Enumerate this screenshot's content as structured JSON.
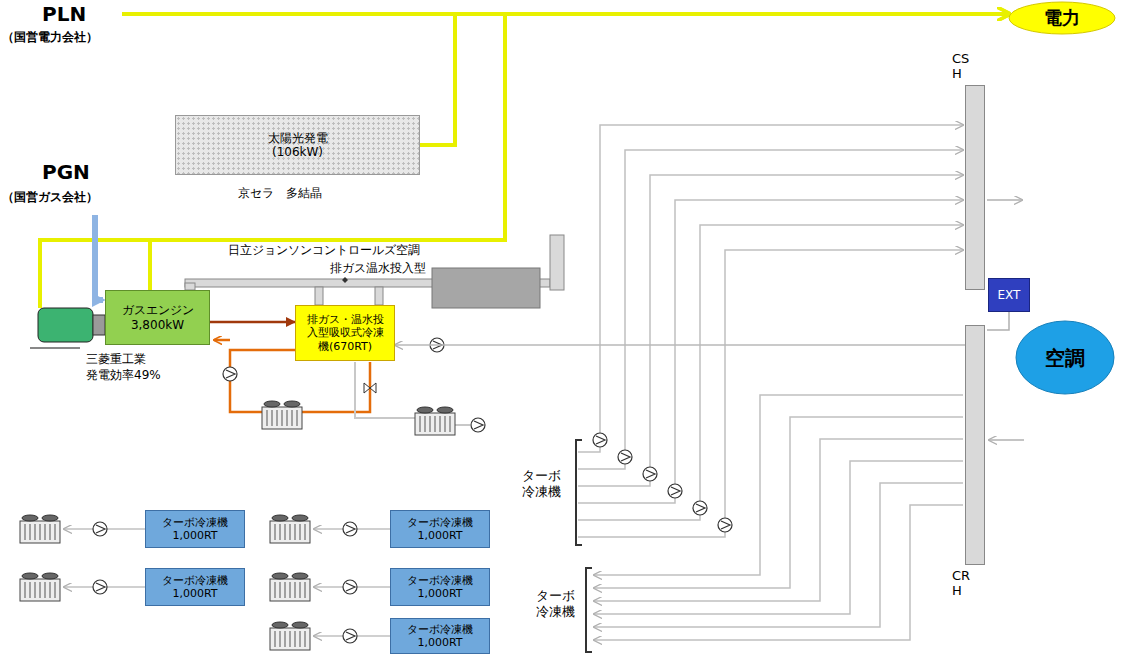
{
  "diagram": {
    "nodes": [
      {
        "text": [
          "電力"
        ]
      },
      {
        "text": [
          "太陽光発電 (106kW)"
        ]
      },
      {
        "text": [
          "ガスエンジン 3,800kW"
        ]
      },
      {
        "text": [
          "排ガス・温水投入型吸収式冷凍機(670RT)"
        ]
      },
      {
        "text": [
          "ターボ冷凍機 1,000RT"
        ]
      },
      {
        "text": [
          "ターボ冷凍機 1,000RT"
        ]
      },
      {
        "text": [
          "ターボ冷凍機 1,000RT"
        ]
      },
      {
        "text": [
          "ターボ冷凍機 1,000RT"
        ]
      },
      {
        "text": [
          "ターボ冷凍機 1,000RT"
        ]
      },
      {
        "text": [
          "CS H"
        ]
      },
      {
        "text": [
          "EXT"
        ]
      },
      {
        "text": [
          "CR H"
        ]
      },
      {
        "text": [
          "空調"
        ]
      }
    ],
    "edges": [
      {
        "from": 1,
        "to": 0,
        "arrow": "to"
      },
      {
        "from": 2,
        "to": 0,
        "arrow": "to"
      },
      {
        "from": 2,
        "to": 3,
        "arrow": "to"
      },
      {
        "from": 11,
        "to": 3,
        "arrow": "to"
      }
    ],
    "labels": [
      "PLN",
      "（国営電力会社）",
      "PGN",
      "（国営ガス会社）",
      "京セラ　多結晶",
      "日立ジョンソンコントロールズ空調",
      "排ガス温水投入型",
      "三菱重工業",
      "発電効率49%",
      "ターボ冷凍機",
      "ターボ冷凍機"
    ]
  }
}
